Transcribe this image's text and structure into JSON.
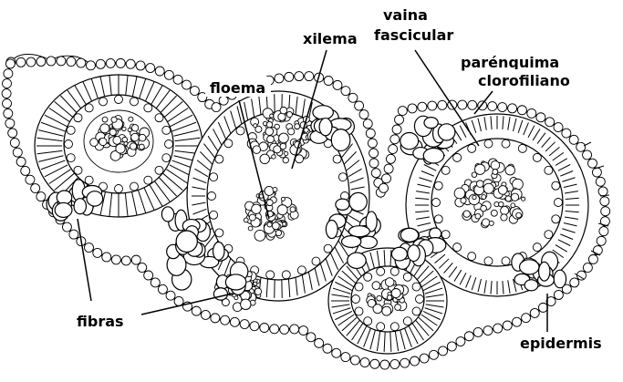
{
  "labels": {
    "vaina": "vaina",
    "fascicular": "fascicular",
    "xilema": "xilema",
    "parenquima": "parénquima",
    "clorofiliano": "clorofiliano",
    "floema": "floema",
    "fibras": "fibras",
    "epidermis": "epidermis"
  },
  "colors": {
    "ink": "#000000",
    "background": "#ffffff"
  }
}
